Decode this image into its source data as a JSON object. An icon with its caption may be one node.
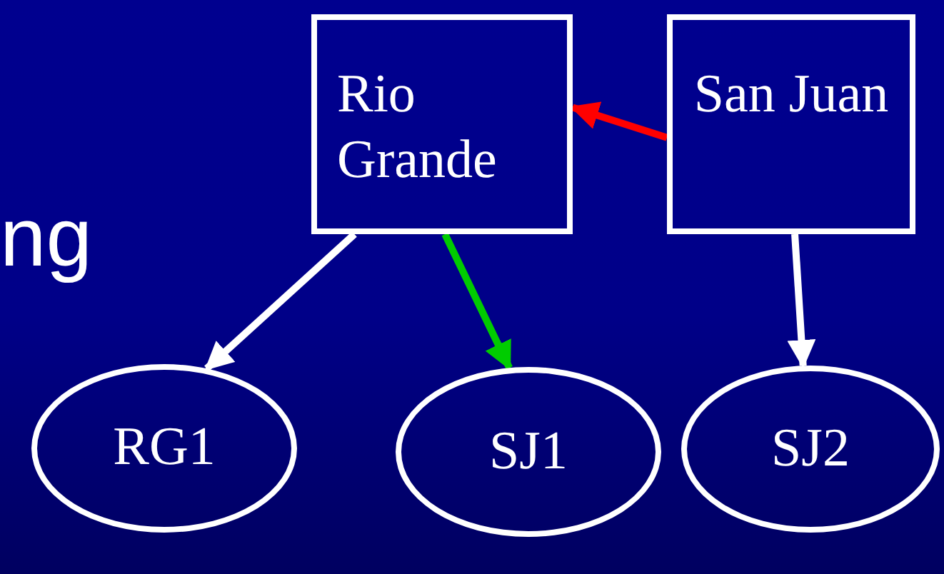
{
  "diagram": {
    "nodes": [
      {
        "text": [
          "Rio Grande"
        ]
      },
      {
        "text": [
          "San Juan"
        ]
      },
      {
        "text": [
          "RG1"
        ]
      },
      {
        "text": [
          "SJ1"
        ]
      },
      {
        "text": [
          "SJ2"
        ]
      }
    ],
    "edges": [
      {
        "from": 1,
        "to": 0,
        "arrow": "to",
        "color": "#ff0000"
      },
      {
        "from": 0,
        "to": 2,
        "arrow": "to"
      },
      {
        "from": 0,
        "to": 3,
        "arrow": "to",
        "color": "#00cc00"
      },
      {
        "from": 1,
        "to": 4,
        "arrow": "to"
      }
    ],
    "labels": [
      "ng"
    ]
  }
}
